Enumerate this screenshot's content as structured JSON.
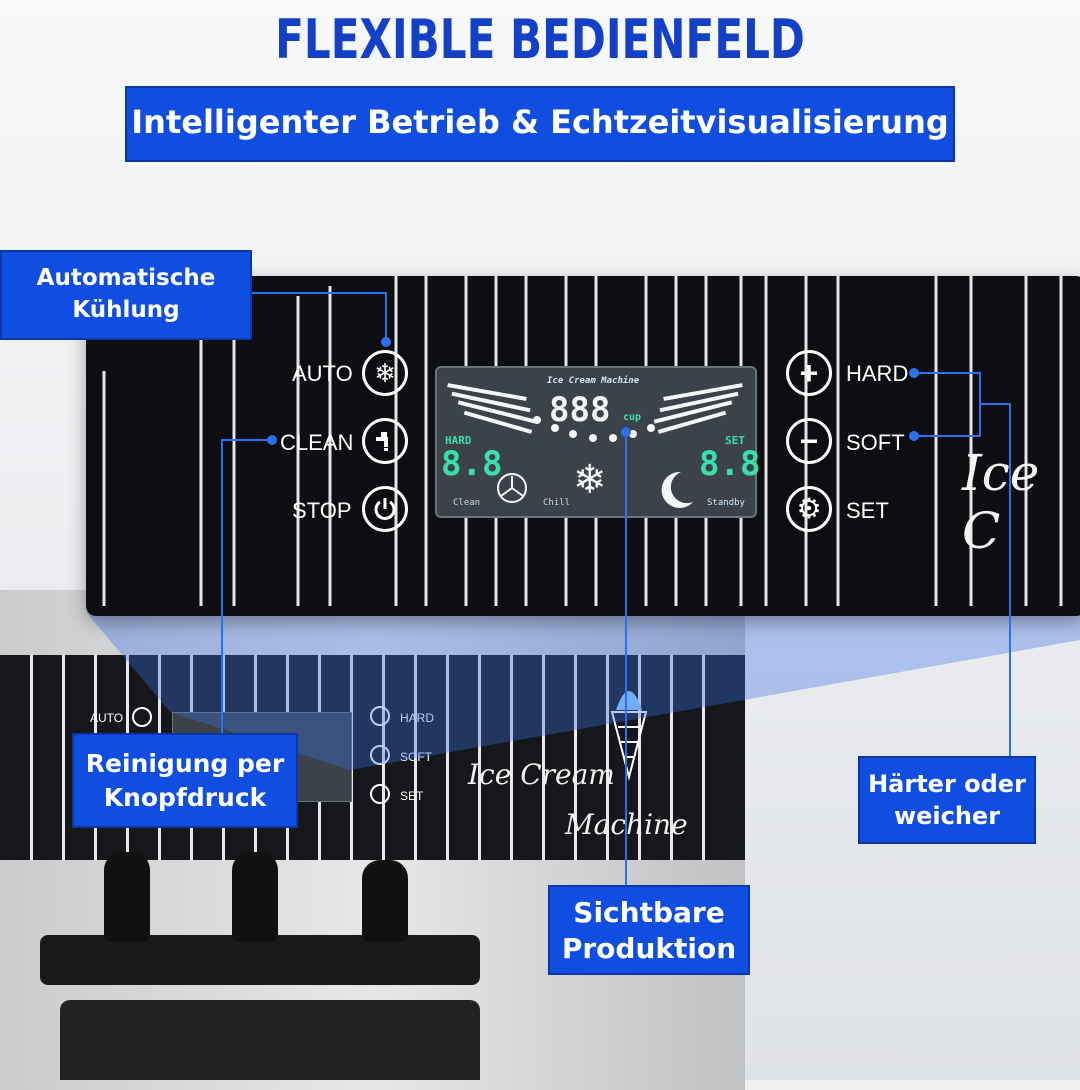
{
  "header": {
    "title": "FLEXIBLE BEDIENFELD",
    "subtitle": "Intelligenter Betrieb & Echtzeitvisualisierung"
  },
  "panel": {
    "left_buttons": [
      {
        "label": "AUTO",
        "icon": "snowflake-icon"
      },
      {
        "label": "CLEAN",
        "icon": "faucet-icon"
      },
      {
        "label": "STOP",
        "icon": "power-icon"
      }
    ],
    "right_buttons": [
      {
        "label": "HARD",
        "icon": "plus-icon"
      },
      {
        "label": "SOFT",
        "icon": "minus-icon"
      },
      {
        "label": "SET",
        "icon": "gear-icon"
      }
    ],
    "brand_script": "Ice C"
  },
  "lcd": {
    "header_text": "Ice Cream Machine",
    "center_digits": "888",
    "center_unit": "cup",
    "left_tag": "HARD",
    "left_digits": "8.8",
    "right_tag": "SET",
    "right_digits": "8.8",
    "bottom_left": "Clean",
    "bottom_mid": "Chill",
    "bottom_right": "Standby"
  },
  "small_panel": {
    "auto_label": "AUTO",
    "hard_label": "HARD",
    "soft_label": "SOFT",
    "set_label": "SET",
    "script_line1": "Ice Cream",
    "script_line2": "Machine"
  },
  "callouts": {
    "cooling": "Automatische Kühlung",
    "cleaning": "Reinigung per Knopfdruck",
    "hardness": "Härter oder weicher",
    "production": "Sichtbare Produktion"
  },
  "colors": {
    "accent": "#0f4ee0",
    "title": "#1440c8",
    "panel": "#0d0e11",
    "lcd_green": "#39e0a8",
    "lcd_white": "#f4f6f8"
  }
}
